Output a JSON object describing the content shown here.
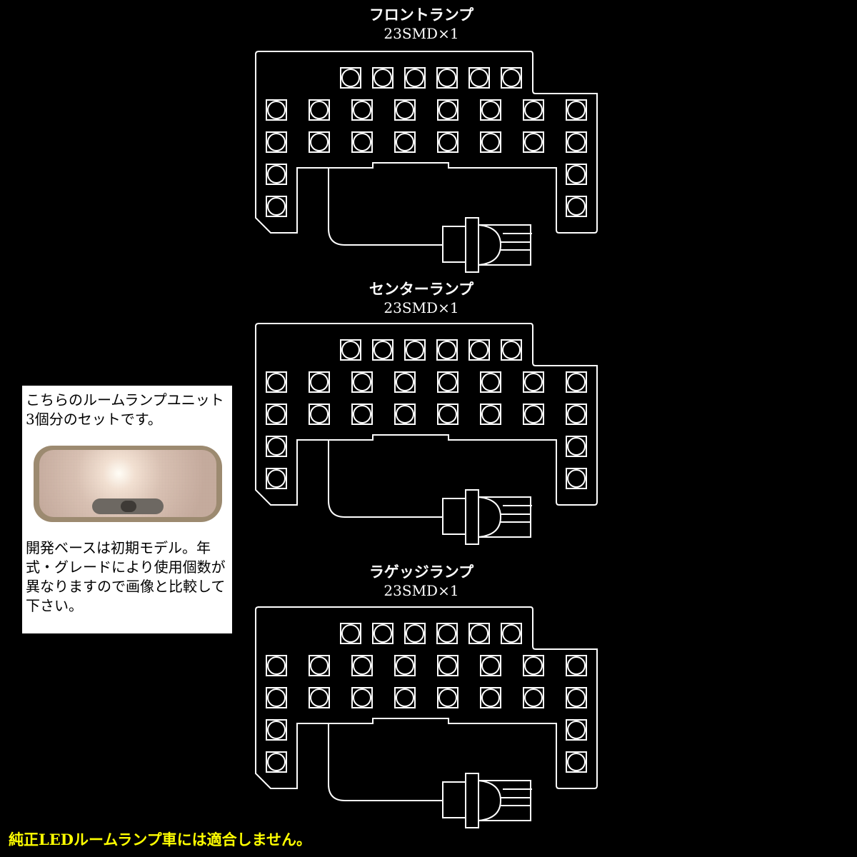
{
  "boards": [
    {
      "name": "フロントランプ",
      "spec": "23SMD×1"
    },
    {
      "name": "センターランプ",
      "spec": "23SMD×1"
    },
    {
      "name": "ラゲッジランプ",
      "spec": "23SMD×1"
    }
  ],
  "info": {
    "intro": "こちらのルームランプユニット3個分のセットです。",
    "note": "開発ベースは初期モデル。年式・グレードにより使用個数が異なりますので画像と比較して下さい。"
  },
  "footer": "純正LEDルームランプ車には適合しません。",
  "colors": {
    "line": "#ffffff",
    "background": "#000000",
    "footer": "#ffff00"
  }
}
